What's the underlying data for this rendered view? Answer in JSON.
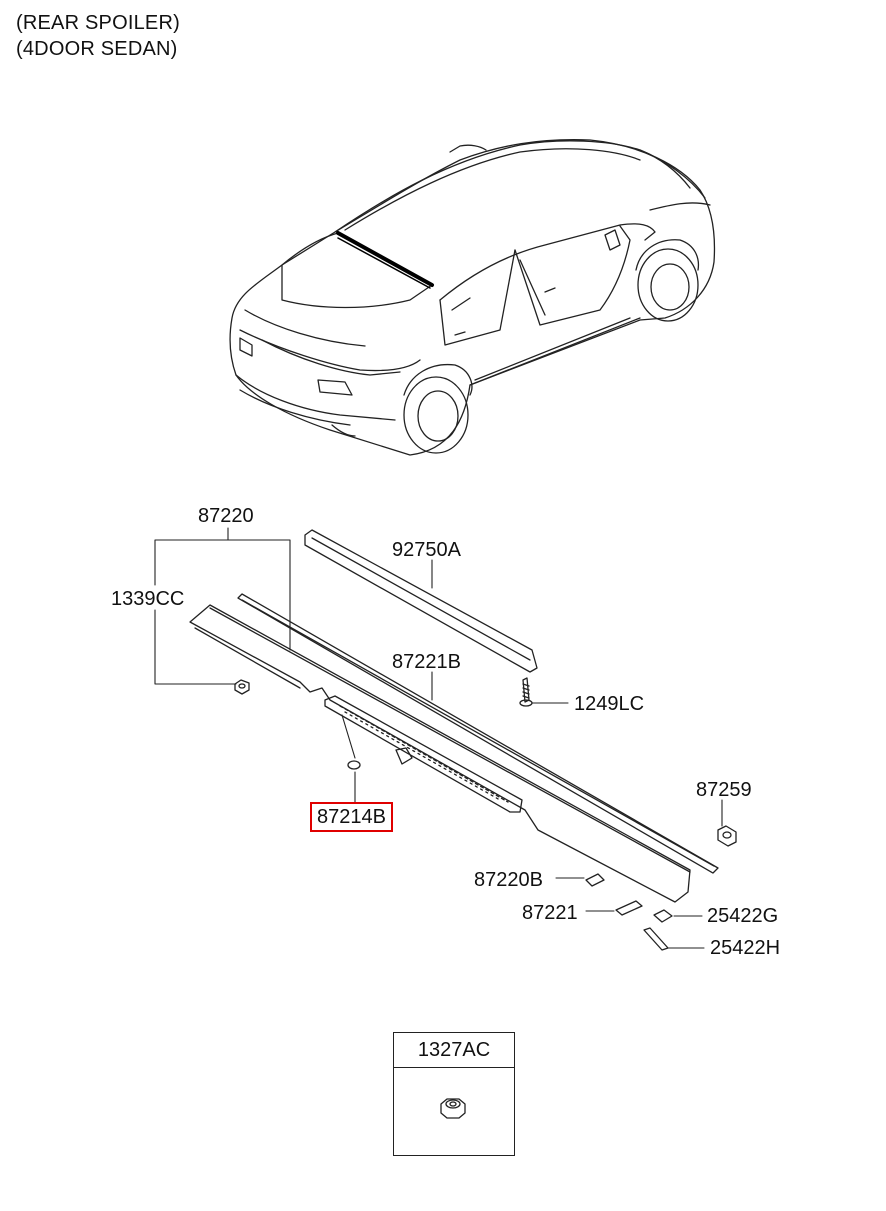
{
  "header": {
    "line1": "(REAR SPOILER)",
    "line2": "(4DOOR SEDAN)"
  },
  "parts": {
    "p87220": "87220",
    "p1339CC": "1339CC",
    "p92750A": "92750A",
    "p87221B": "87221B",
    "p1249LC": "1249LC",
    "p87214B": "87214B",
    "p87259": "87259",
    "p87220B": "87220B",
    "p87221": "87221",
    "p25422G": "25422G",
    "p25422H": "25422H"
  },
  "inset": {
    "title": "1327AC"
  },
  "colors": {
    "highlight": "#e00000",
    "line": "#222222"
  }
}
